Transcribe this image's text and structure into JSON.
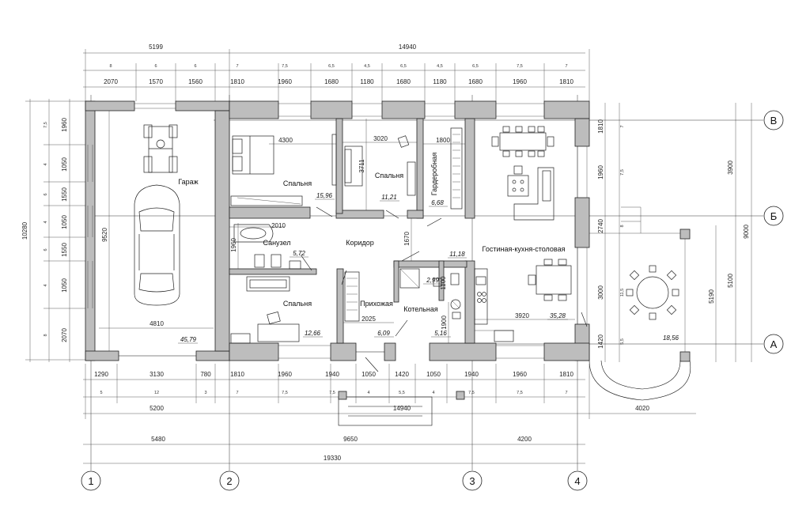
{
  "axes": {
    "cols": [
      "1",
      "2",
      "3",
      "4"
    ],
    "rows": [
      "В",
      "Б",
      "А"
    ]
  },
  "rooms": {
    "garage": {
      "name": "Гараж",
      "area": "45,79",
      "w": "4810",
      "h": "9520"
    },
    "bedroom1": {
      "name": "Спальня",
      "area": "15,96",
      "w": "4300"
    },
    "bedroom2": {
      "name": "Спальня",
      "area": "11,21",
      "w": "3020",
      "h": "3711"
    },
    "wardrobe": {
      "name": "Гардеробная",
      "area": "6,68",
      "w": "1800"
    },
    "corridor": {
      "name": "Коридор",
      "area": "11,18",
      "h": "1670"
    },
    "bathroom": {
      "name": "Санузел",
      "area": "5,72",
      "w": "2010",
      "h": "1960"
    },
    "bedroom3": {
      "name": "Спальня",
      "area": "12,66"
    },
    "hall": {
      "name": "Прихожая",
      "area": "6,09",
      "w": "2025"
    },
    "boiler": {
      "name": "Котельная",
      "area": "5,16",
      "h": "1900"
    },
    "wc": {
      "area": "2,99",
      "h": "1100"
    },
    "living": {
      "name": "Гостиная-кухня-столовая",
      "area": "35,28",
      "w": "3920",
      "h": "3000"
    },
    "terrace": {
      "area": "18,56",
      "w": "4020",
      "h": "5190"
    }
  },
  "top_dims": {
    "total1": "5199",
    "total2": "14940",
    "row1": [
      "8",
      "6",
      "6",
      "7",
      "7,5",
      "6,5",
      "4,5",
      "6,5",
      "4,5",
      "6,5",
      "7,5",
      "7"
    ],
    "row2": [
      "2070",
      "1570",
      "1560",
      "1810",
      "1960",
      "1680",
      "1180",
      "1680",
      "1180",
      "1680",
      "1960",
      "1810"
    ]
  },
  "bottom_dims": {
    "row1": [
      "1290",
      "3130",
      "780",
      "1810",
      "1960",
      "1940",
      "1050",
      "1420",
      "1050",
      "1940",
      "1960",
      "1810"
    ],
    "row2": [
      "5",
      "12",
      "3",
      "7",
      "7,5",
      "7,5",
      "4",
      "5,5",
      "4",
      "7,5",
      "7,5",
      "7"
    ],
    "sub1": "5200",
    "sub2": "14940",
    "ax12": "5480",
    "ax23": "9650",
    "ax34": "4200",
    "total": "19330"
  },
  "left_dims": {
    "total": "10280",
    "row1": [
      "7,5",
      "4",
      "6",
      "4",
      "6",
      "4",
      "8"
    ],
    "row2": [
      "1960",
      "1050",
      "1550",
      "1050",
      "1550",
      "1050",
      "2070"
    ]
  },
  "right_dims": {
    "row1": [
      "7",
      "7,5",
      "8",
      "11,5",
      "5,5"
    ],
    "row2": [
      "1810",
      "1960",
      "2740",
      "3000",
      "1420"
    ],
    "ax_vb": "3900",
    "ax_ba": "5100",
    "total": "9000"
  }
}
